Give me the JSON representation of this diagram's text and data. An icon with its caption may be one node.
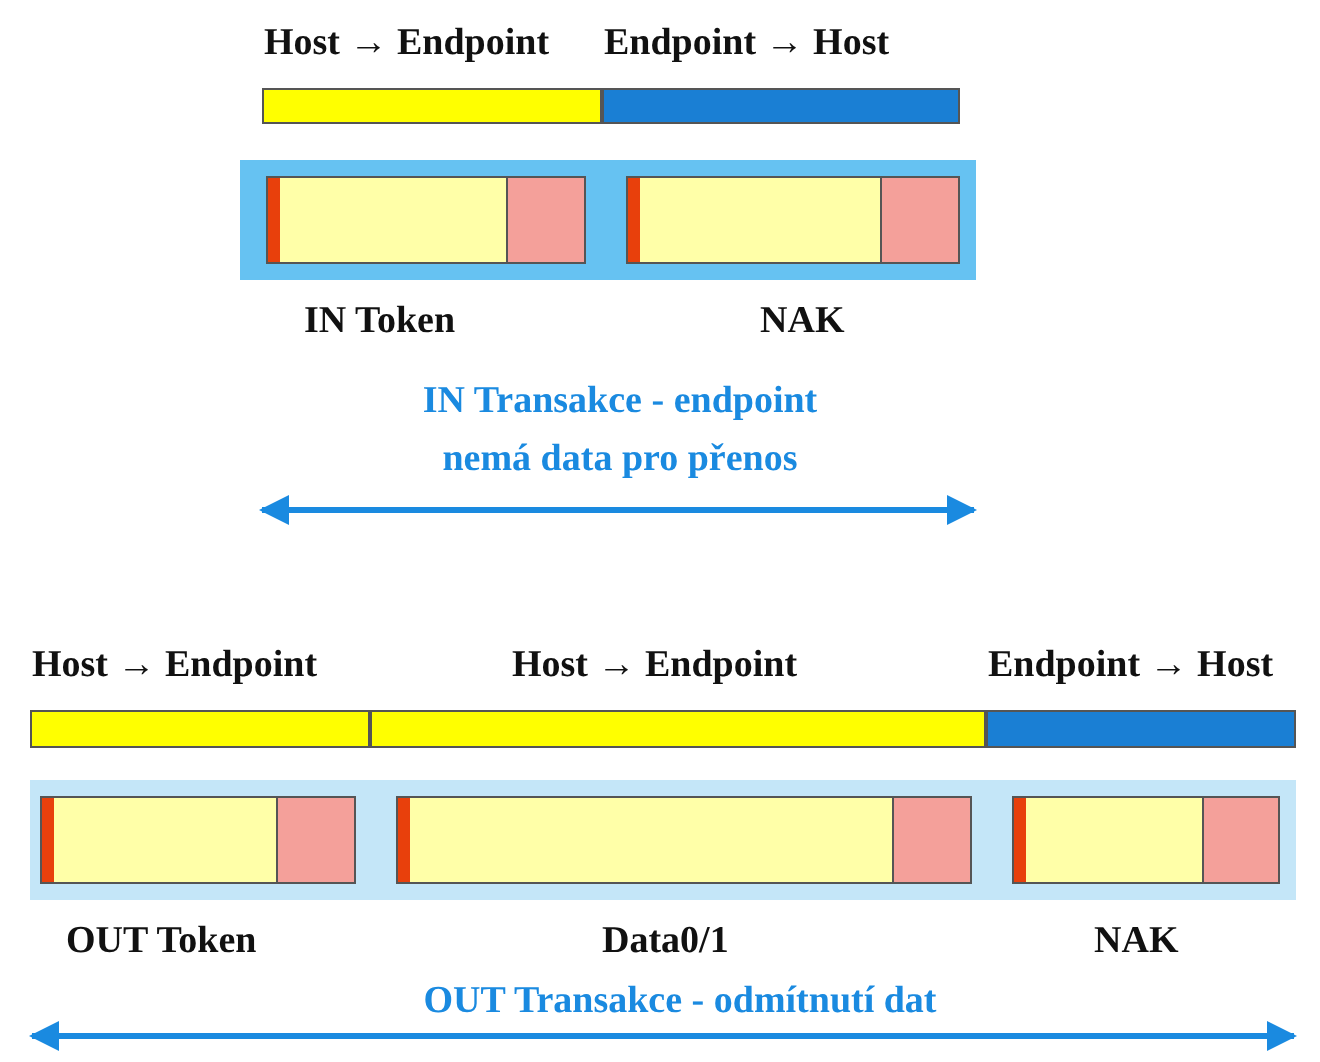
{
  "diagram": {
    "nodes": [
      {
        "text": [
          "Host → Endpoint"
        ]
      },
      {
        "text": [
          "Endpoint → Host"
        ]
      },
      {
        "text": [],
        "shape": "box"
      },
      {
        "text": [
          "IN Token"
        ],
        "in": 2
      },
      {
        "text": [
          "NAK"
        ],
        "in": 2
      },
      {
        "text": [
          "Host → Endpoint"
        ]
      },
      {
        "text": [
          "Host → Endpoint"
        ]
      },
      {
        "text": [
          "Endpoint → Host"
        ]
      },
      {
        "text": [],
        "shape": "box"
      },
      {
        "text": [
          "OUT Token"
        ],
        "in": 8
      },
      {
        "text": [
          "Data0/1"
        ],
        "in": 8
      },
      {
        "text": [
          "NAK"
        ],
        "in": 8
      }
    ],
    "edges": [],
    "labels": [
      "IN Transakce - endpoint nemá data pro přenos",
      "OUT Transakce - odmítnutí dat"
    ]
  }
}
